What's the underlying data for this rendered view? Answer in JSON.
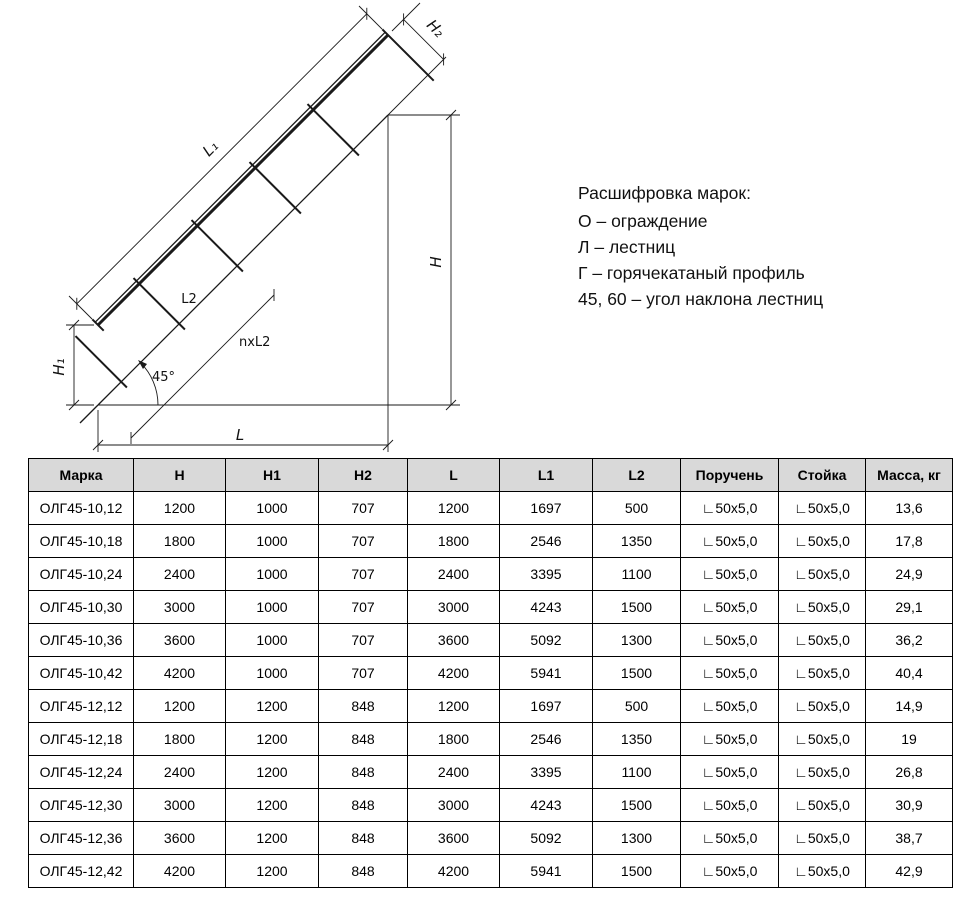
{
  "legend": {
    "title": "Расшифровка марок:",
    "lines": [
      "О – ограждение",
      "Л – лестниц",
      "Г – горячекатаный профиль",
      "45, 60 – угол наклона лестниц"
    ]
  },
  "diagram": {
    "labels": {
      "l1": "L₁",
      "h2": "H₂",
      "h": "H",
      "h1": "H₁",
      "l": "L",
      "l2": "L2",
      "nxl2": "nxL2",
      "angle": "45°"
    }
  },
  "table": {
    "headers": [
      "Марка",
      "Н",
      "Н1",
      "Н2",
      "L",
      "L1",
      "L2",
      "Поручень",
      "Стойка",
      "Масса, кг"
    ],
    "rows": [
      [
        "ОЛГ45-10,12",
        "1200",
        "1000",
        "707",
        "1200",
        "1697",
        "500",
        "∟50х5,0",
        "∟50х5,0",
        "13,6"
      ],
      [
        "ОЛГ45-10,18",
        "1800",
        "1000",
        "707",
        "1800",
        "2546",
        "1350",
        "∟50х5,0",
        "∟50х5,0",
        "17,8"
      ],
      [
        "ОЛГ45-10,24",
        "2400",
        "1000",
        "707",
        "2400",
        "3395",
        "1100",
        "∟50х5,0",
        "∟50х5,0",
        "24,9"
      ],
      [
        "ОЛГ45-10,30",
        "3000",
        "1000",
        "707",
        "3000",
        "4243",
        "1500",
        "∟50х5,0",
        "∟50х5,0",
        "29,1"
      ],
      [
        "ОЛГ45-10,36",
        "3600",
        "1000",
        "707",
        "3600",
        "5092",
        "1300",
        "∟50х5,0",
        "∟50х5,0",
        "36,2"
      ],
      [
        "ОЛГ45-10,42",
        "4200",
        "1000",
        "707",
        "4200",
        "5941",
        "1500",
        "∟50х5,0",
        "∟50х5,0",
        "40,4"
      ],
      [
        "ОЛГ45-12,12",
        "1200",
        "1200",
        "848",
        "1200",
        "1697",
        "500",
        "∟50х5,0",
        "∟50х5,0",
        "14,9"
      ],
      [
        "ОЛГ45-12,18",
        "1800",
        "1200",
        "848",
        "1800",
        "2546",
        "1350",
        "∟50х5,0",
        "∟50х5,0",
        "19"
      ],
      [
        "ОЛГ45-12,24",
        "2400",
        "1200",
        "848",
        "2400",
        "3395",
        "1100",
        "∟50х5,0",
        "∟50х5,0",
        "26,8"
      ],
      [
        "ОЛГ45-12,30",
        "3000",
        "1200",
        "848",
        "3000",
        "4243",
        "1500",
        "∟50х5,0",
        "∟50х5,0",
        "30,9"
      ],
      [
        "ОЛГ45-12,36",
        "3600",
        "1200",
        "848",
        "3600",
        "5092",
        "1300",
        "∟50х5,0",
        "∟50х5,0",
        "38,7"
      ],
      [
        "ОЛГ45-12,42",
        "4200",
        "1200",
        "848",
        "4200",
        "5941",
        "1500",
        "∟50х5,0",
        "∟50х5,0",
        "42,9"
      ]
    ]
  }
}
